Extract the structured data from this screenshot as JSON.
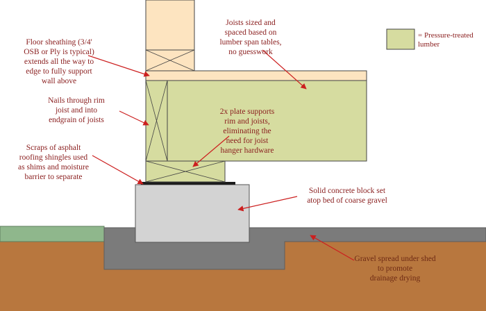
{
  "labels": {
    "sheathing": "Floor sheathing (3/4'\nOSB or Ply is typical)\nextends all the way to\nedge to fully support\nwall above",
    "joists": "Joists sized and\nspaced based on\nlumber span tables,\nno guesswork",
    "nails": "Nails through rim\njoist and into\nendgrain of joists",
    "plate": "2x plate supports\nrim and joists,\neliminating the\nneed for joist\nhanger hardware",
    "shingles": "Scraps of asphalt\nroofing shingles used\nas shims and moisture\nbarrier to separate",
    "block": "Solid concrete block set\natop bed of coarse gravel",
    "gravel": "Gravel spread under shed\nto promote\ndrainage drying"
  },
  "legend": {
    "text": "= Pressure-treated\nlumber"
  },
  "colors": {
    "pressure_treated": "#d6dca0",
    "untreated_wood": "#fde4c0",
    "soil": "#b8773e",
    "gravel_bed": "#7b7b7b",
    "concrete": "#d3d3d3",
    "grass": "#8fb78c",
    "arrow": "#cc1f1f",
    "label_text": "#8b2020"
  }
}
